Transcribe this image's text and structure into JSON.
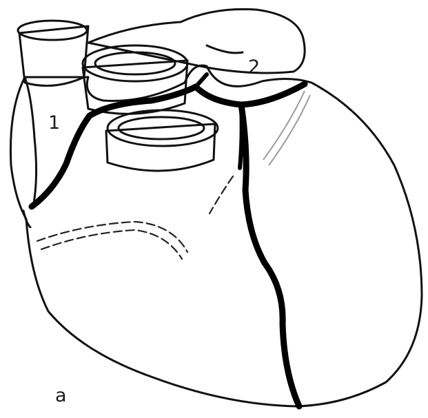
{
  "labels": {
    "l1": "1",
    "l2": "2",
    "panel": "a"
  },
  "colors": {
    "ink": "#111111",
    "background": "#ffffff"
  }
}
